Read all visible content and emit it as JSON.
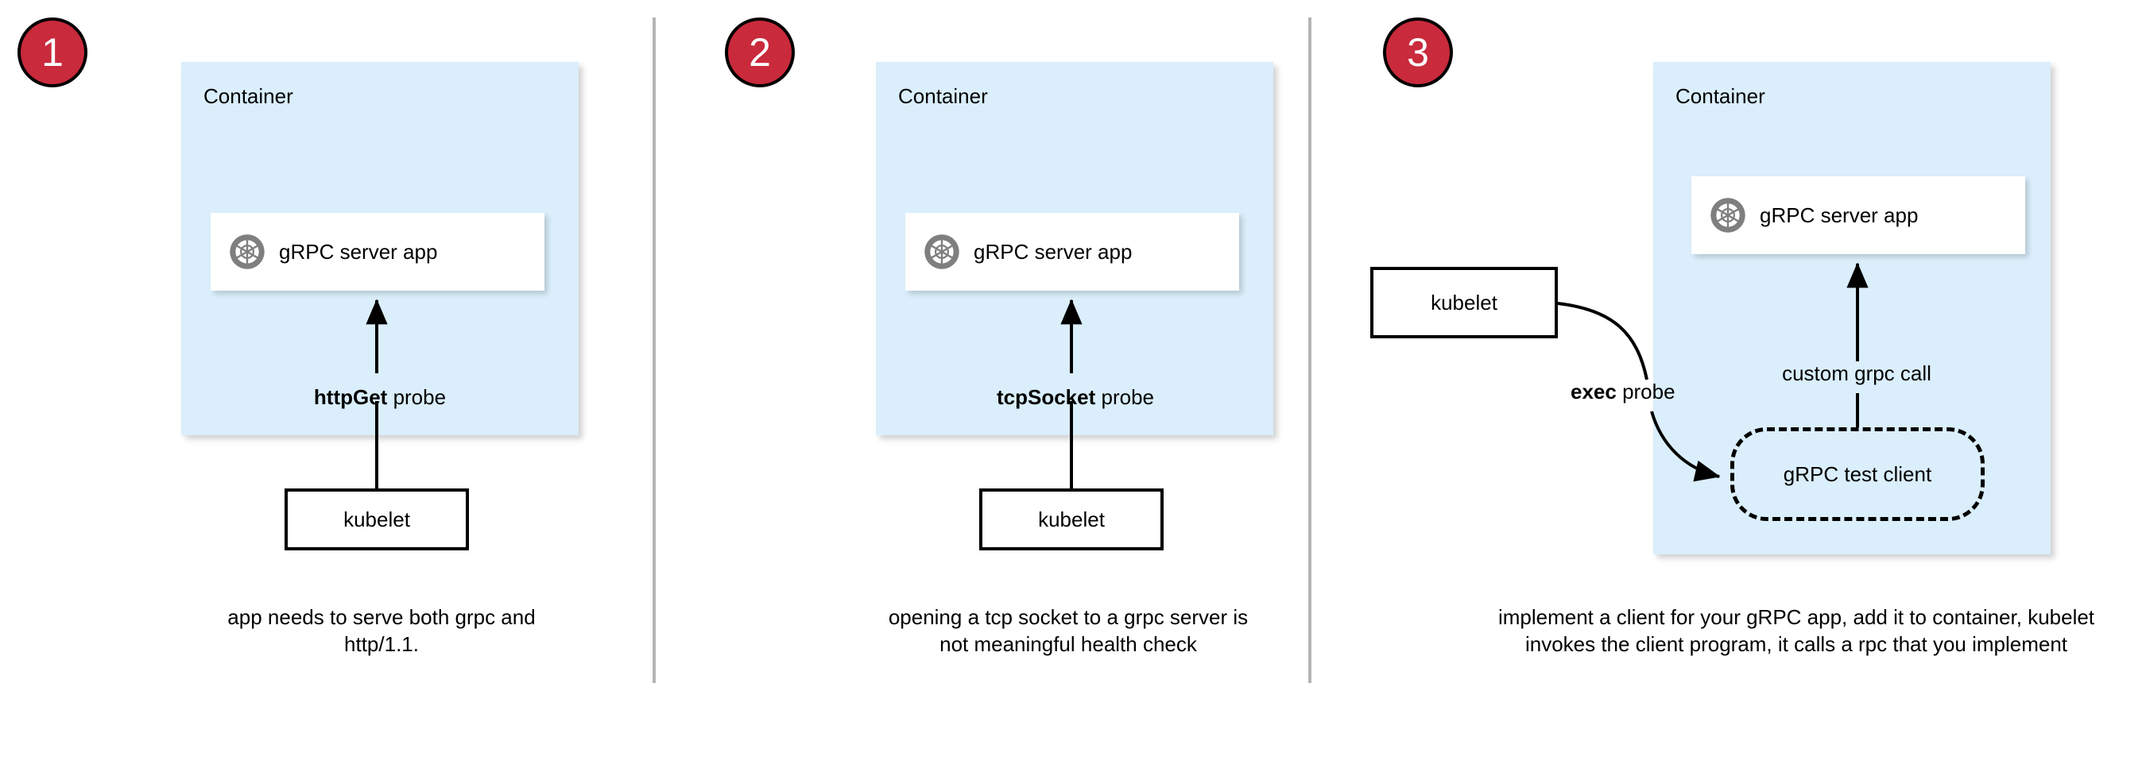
{
  "diagram": {
    "title": "gRPC health probe approaches",
    "colors": {
      "badge_red": "#c92a3c",
      "container_blue": "#daeefb",
      "icon_gray": "#7f7f7f",
      "divider_gray": "#b4b4b4",
      "stroke_black": "#000000",
      "card_white": "#ffffff"
    },
    "panels": [
      {
        "step": "1",
        "container_label": "Container",
        "app_label": "gRPC server app",
        "app_icon": "grpc-aperture-icon",
        "probe_label_bold": "httpGet",
        "probe_label_rest": " probe",
        "kubelet_label": "kubelet",
        "caption": "app needs to serve both grpc and http/1.1."
      },
      {
        "step": "2",
        "container_label": "Container",
        "app_label": "gRPC server app",
        "app_icon": "grpc-aperture-icon",
        "probe_label_bold": "tcpSocket",
        "probe_label_rest": " probe",
        "kubelet_label": "kubelet",
        "caption": "opening a tcp socket to a grpc server is not meaningful health check"
      },
      {
        "step": "3",
        "container_label": "Container",
        "app_label": "gRPC server app",
        "app_icon": "grpc-aperture-icon",
        "probe_label_bold": "exec",
        "probe_label_rest": " probe",
        "kubelet_label": "kubelet",
        "test_client_label": "gRPC test client",
        "call_label": "custom grpc call",
        "caption": "implement a client for your gRPC app, add it to container, kubelet invokes the client program, it calls a rpc that you implement"
      }
    ]
  }
}
